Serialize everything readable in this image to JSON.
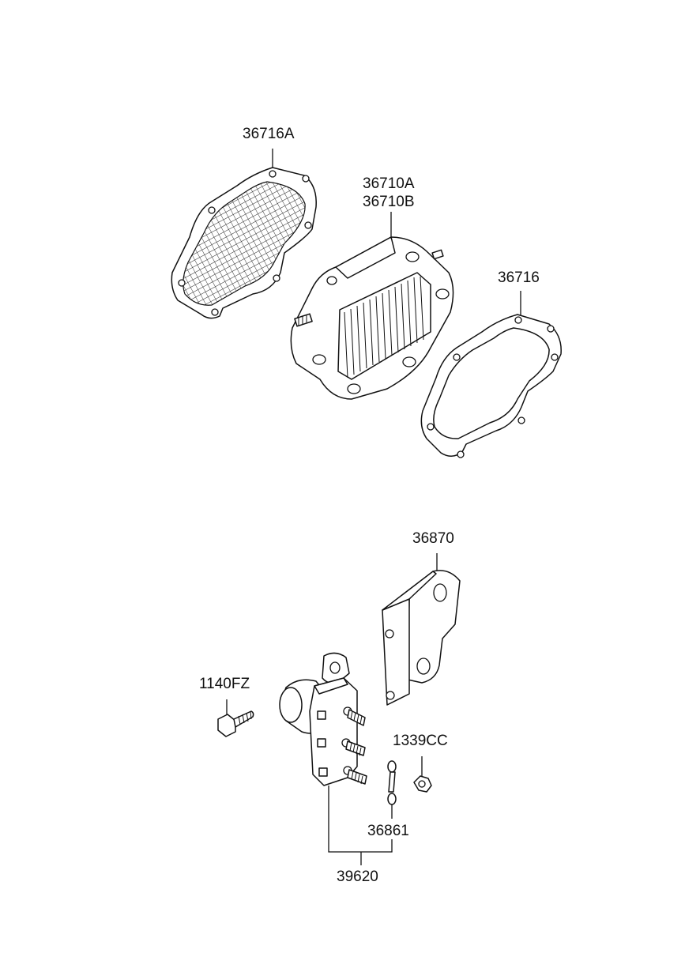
{
  "labels": {
    "screen": "36716A",
    "cooler_a": "36710A",
    "cooler_b": "36710B",
    "gasket": "36716",
    "bracket": "36870",
    "bolt": "1140FZ",
    "nut": "1339CC",
    "link": "36861",
    "assembly": "39620"
  }
}
